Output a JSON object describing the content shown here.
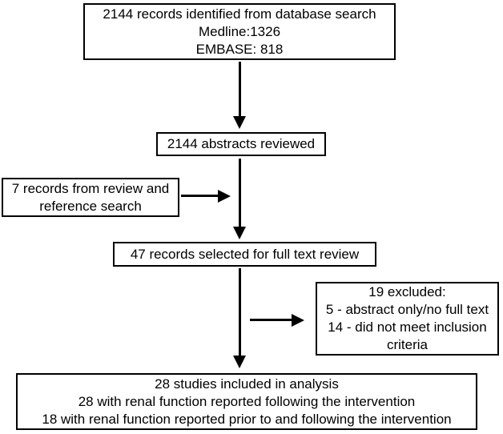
{
  "flowchart": {
    "title_semantic": "study selection flow diagram",
    "colors": {
      "background": "#ffffff",
      "border": "#000000",
      "text": "#000000",
      "arrow": "#000000"
    },
    "boxes": {
      "identified": {
        "lines": [
          "2144 records identified from database search",
          "Medline:1326",
          "EMBASE: 818"
        ]
      },
      "abstracts_reviewed": {
        "label": "2144 abstracts reviewed"
      },
      "review_reference": {
        "lines": [
          "7 records from review and",
          "reference search"
        ]
      },
      "full_text_review": {
        "label": "47 records selected for full text review"
      },
      "excluded": {
        "lines": [
          "19 excluded:",
          "5 - abstract only/no full text",
          "14 - did not meet inclusion criteria"
        ]
      },
      "included": {
        "lines": [
          "28 studies included in analysis",
          "28 with renal function reported following the intervention",
          "18 with renal function reported prior to and following the intervention"
        ]
      }
    }
  }
}
